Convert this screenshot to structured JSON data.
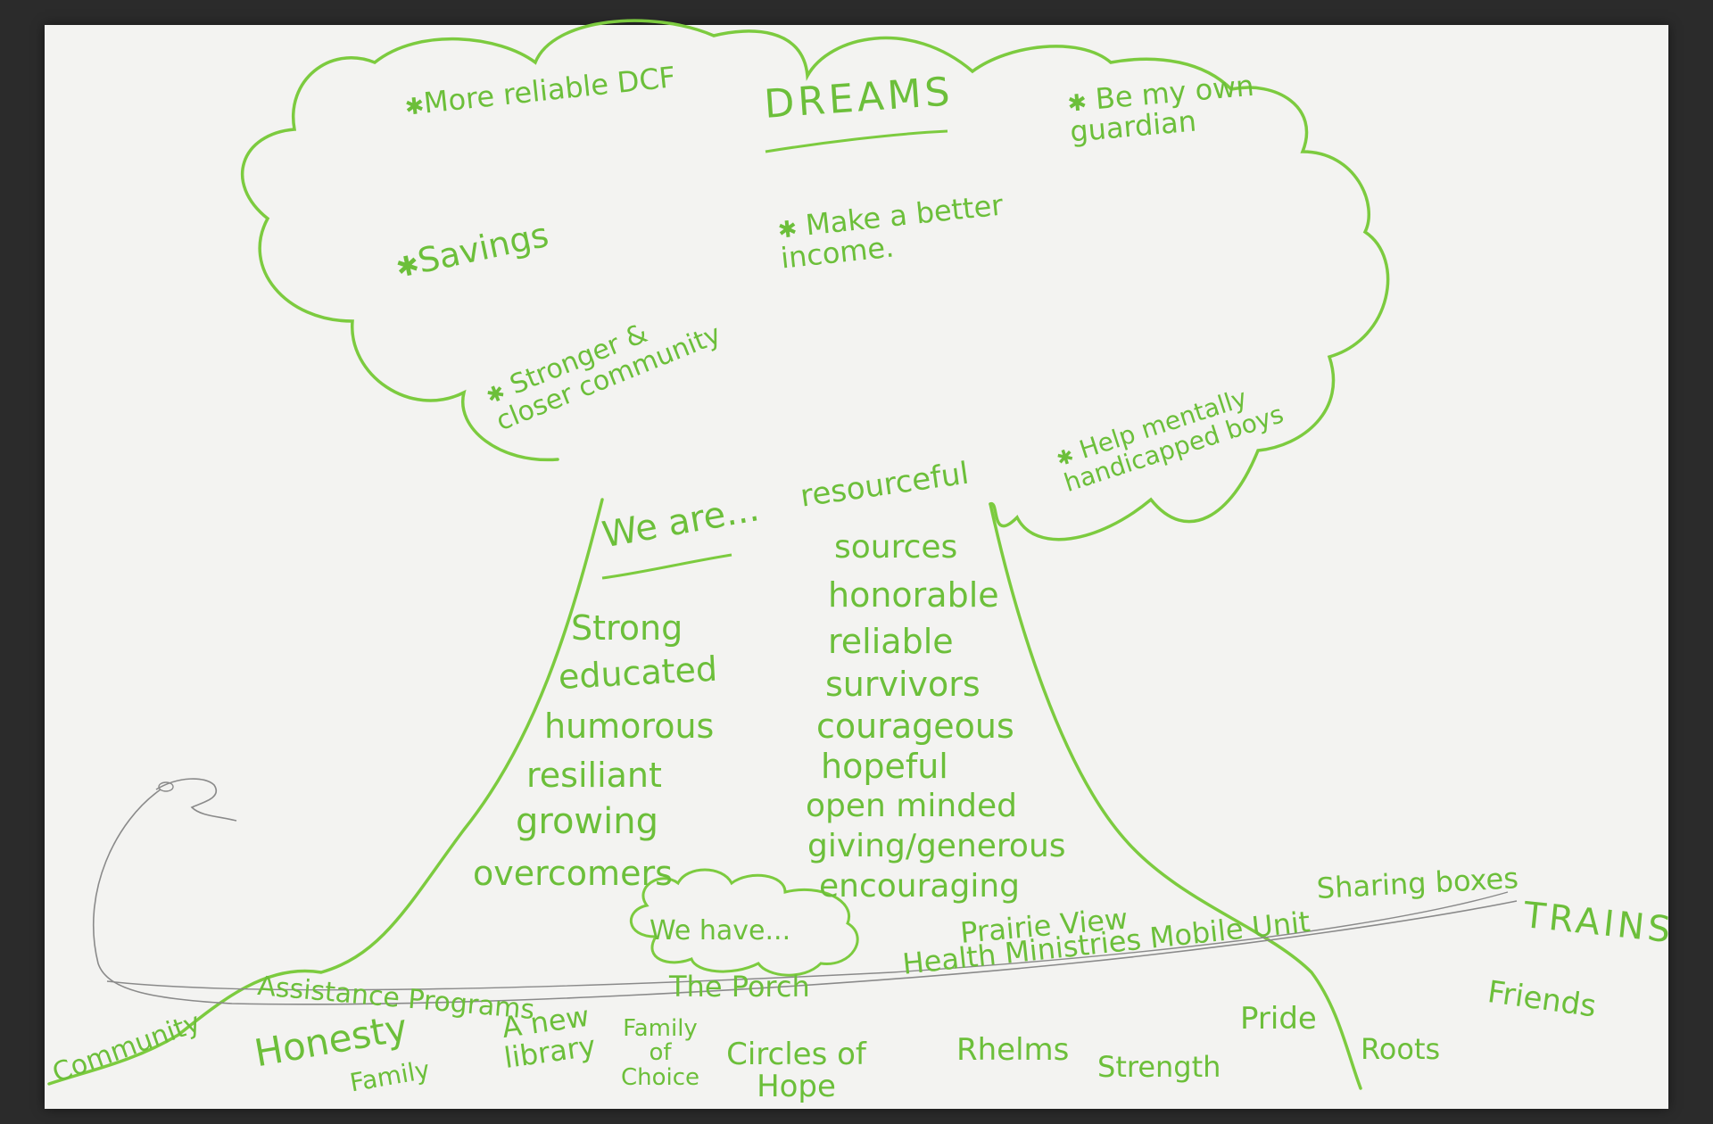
{
  "colors": {
    "ink": "#6cbf3a",
    "pencil": "#777777",
    "paper": "#f3f3f1",
    "background": "#2b2b2b"
  },
  "poster": {
    "title": "DREAMS",
    "dreams": [
      "More reliable DCF",
      "Be my own guardian",
      "Savings",
      "Make a better income.",
      "Stronger & closer community",
      "Help mentally handicapped boys"
    ],
    "we_are": {
      "heading": "We are...",
      "left_column": [
        "Strong",
        "educated",
        "humorous",
        "resiliant",
        "growing",
        "overcomers"
      ],
      "right_column": [
        "resourceful",
        "sources",
        "honorable",
        "reliable",
        "survivors",
        "courageous",
        "hopeful",
        "open minded",
        "giving/generous",
        "encouraging"
      ]
    },
    "we_have": {
      "heading": "We have...",
      "items": [
        "The Porch",
        "Prairie View",
        "Health Ministries Mobile Unit",
        "Sharing boxes",
        "TRAINS",
        "Assistance Programs",
        "Community",
        "Honesty",
        "Family",
        "A new library",
        "Family of Choice",
        "Circles of Hope",
        "Rhelms",
        "Strength",
        "Pride",
        "Roots",
        "Friends"
      ]
    }
  }
}
